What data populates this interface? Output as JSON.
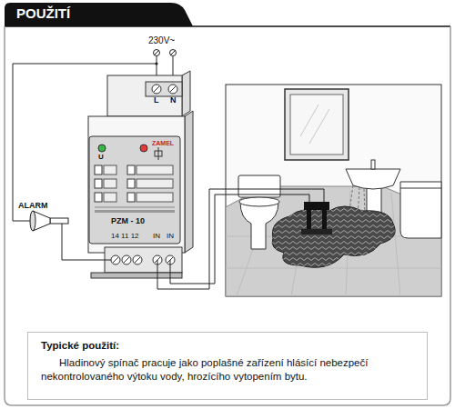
{
  "diagram": {
    "title": "POUŽITÍ",
    "nodes": [
      {
        "text": [
          "L",
          "N",
          "ZAMEL",
          "U",
          "PZM - 10",
          "14 11 12",
          "IN",
          "IN"
        ]
      },
      {
        "text": [
          "ALARM"
        ]
      },
      {
        "text": [
          "Typické použití:",
          "Hladinový spínač pracuje jako poplašné zařízení hlásící nebezpečí nekontrolovaného výtoku vody, hrozícího vytopením bytu."
        ]
      }
    ],
    "edges": [
      {
        "from": 1,
        "to": 0,
        "arrow": "none"
      }
    ],
    "labels": [
      "230V~"
    ]
  }
}
